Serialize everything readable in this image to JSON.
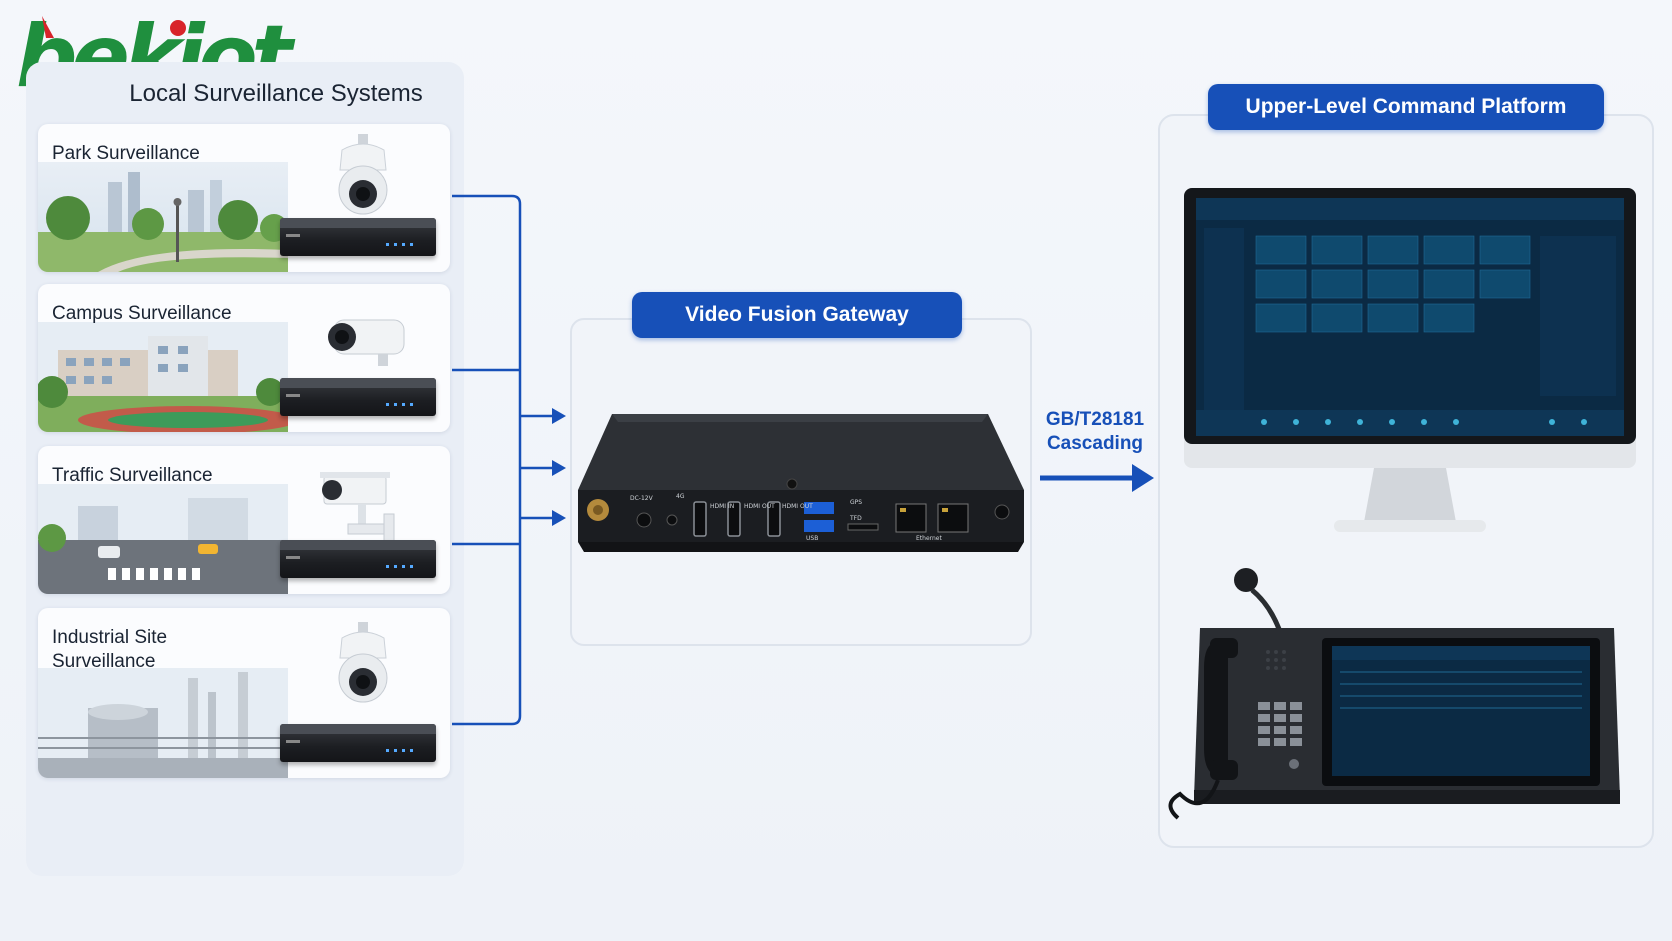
{
  "logo": {
    "text": "bekiot",
    "colors": {
      "green": "#1f8f3e",
      "red": "#d8232a"
    }
  },
  "left_panel": {
    "title": "Local Surveillance Systems",
    "cards": [
      {
        "label": "Park Surveillance",
        "camera": "ptz-dome-camera-icon"
      },
      {
        "label": "Campus Surveillance",
        "camera": "bullet-camera-icon"
      },
      {
        "label": "Traffic Surveillance",
        "camera": "box-camera-icon"
      },
      {
        "label": "Industrial Site Surveillance",
        "camera": "ptz-dome-camera-icon"
      }
    ]
  },
  "gateway": {
    "title": "Video Fusion Gateway",
    "ports": [
      "4G",
      "DC-12V",
      "HDMI IN",
      "HDMI OUT",
      "HDMI OUT",
      "GPS",
      "TFD",
      "USB",
      "Ethernet"
    ]
  },
  "cascade": {
    "line1": "GB/T28181",
    "line2": "Cascading"
  },
  "right_panel": {
    "title": "Upper-Level Command Platform"
  },
  "colors": {
    "accent": "#1750b8",
    "panel": "#e9eef6",
    "device": "#1c1e22"
  }
}
